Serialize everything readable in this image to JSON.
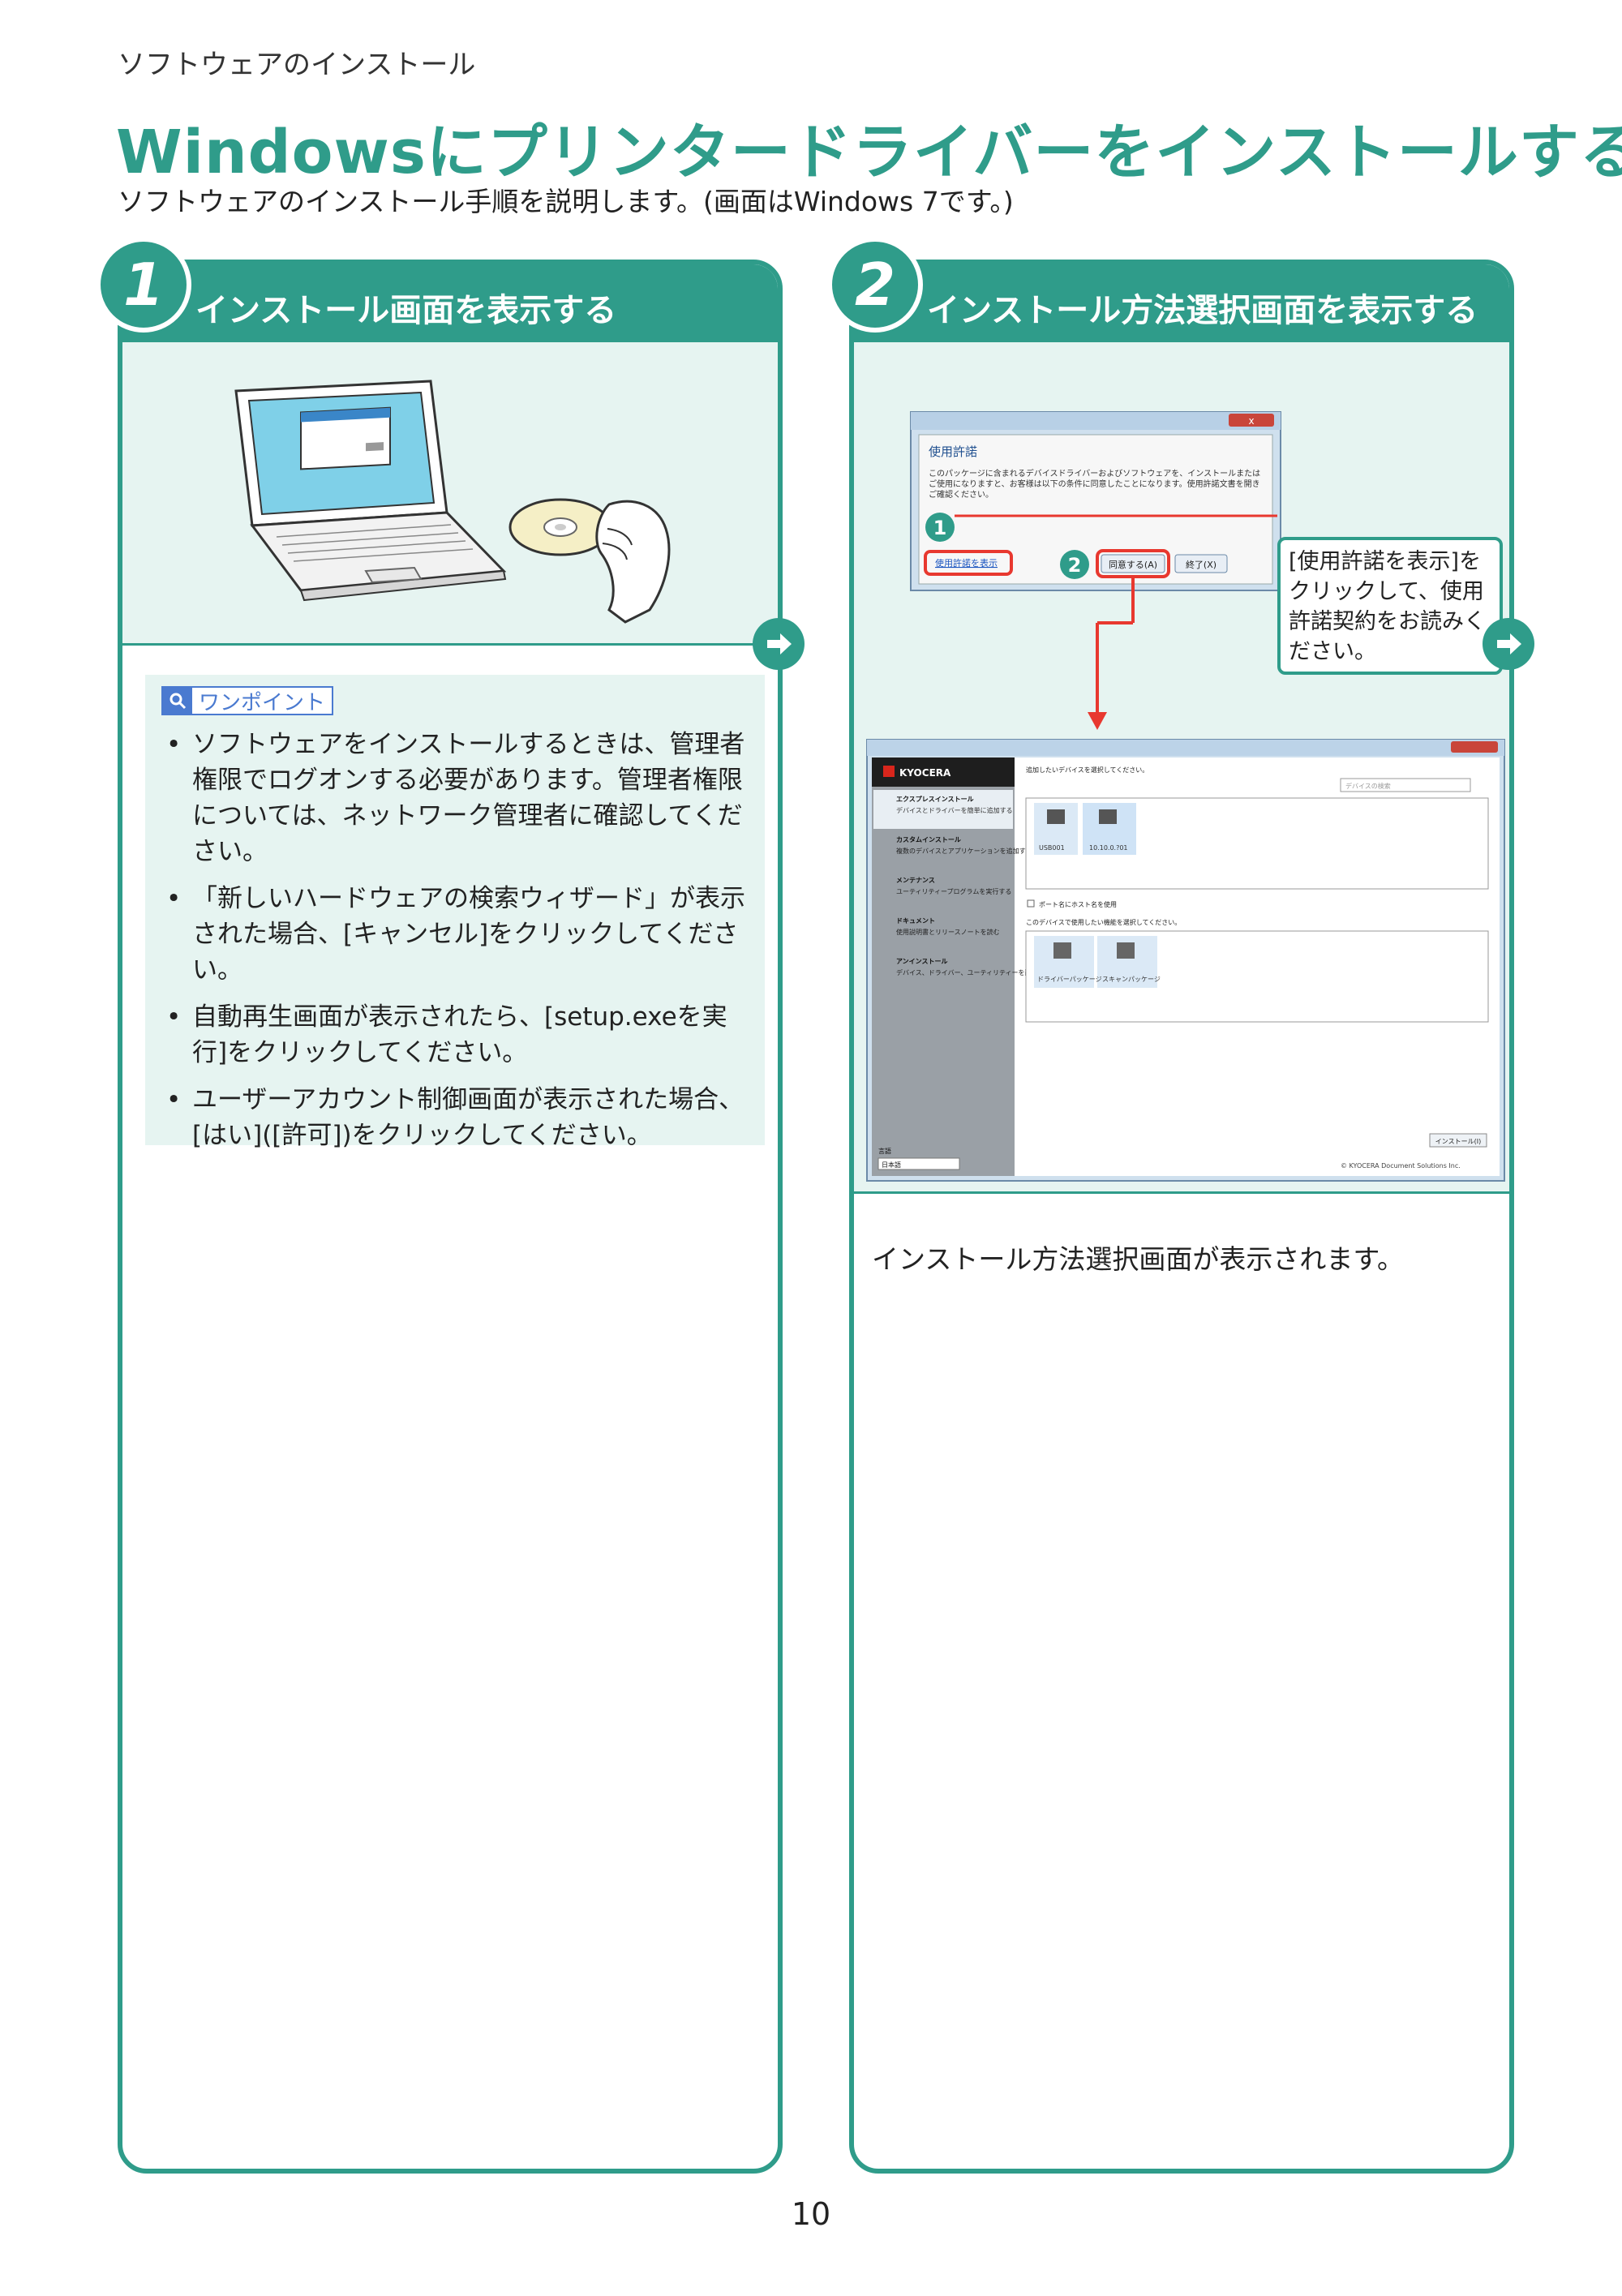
{
  "header": {
    "breadcrumb": "ソフトウェアのインストール",
    "title": "Windowsにプリンタードライバーをインストールする",
    "subtitle": "ソフトウェアのインストール手順を説明します。(画面はWindows 7です。)"
  },
  "steps": [
    {
      "number": "1",
      "title": "インストール画面を表示する",
      "tip": {
        "label": "ワンポイント",
        "items": [
          "ソフトウェアをインストールするときは、管理者権限でログオンする必要があります。管理者権限については、ネットワーク管理者に確認してください。",
          "「新しいハードウェアの検索ウィザード」が表示された場合、[キャンセル]をクリックしてください。",
          "自動再生画面が表示されたら、[setup.exeを実行]をクリックしてください。",
          "ユーザーアカウント制御画面が表示された場合、[はい]([許可])をクリックしてください。"
        ]
      }
    },
    {
      "number": "2",
      "title": "インストール方法選択画面を表示する",
      "callout": "[使用許諾を表示]をクリックして、使用許諾契約をお読みください。",
      "result": "インストール方法選択画面が表示されます。",
      "dialog": {
        "heading": "使用許諾",
        "body": "このパッケージに含まれるデバイスドライバーおよびソフトウェアを、インストールまたはご使用になりますと、お客様は以下の条件に同意したことになります。使用許諾文書を開きご確認ください。",
        "link": "使用許諾を表示",
        "agree_button": "同意する(A)",
        "exit_button": "終了(X)",
        "marker_1": "1",
        "marker_2": "2"
      },
      "installer": {
        "brand": "KYOCERA",
        "menu": [
          {
            "title": "エクスプレスインストール",
            "desc": "デバイスとドライバーを簡単に追加する"
          },
          {
            "title": "カスタムインストール",
            "desc": "複数のデバイスとアプリケーションを追加する"
          },
          {
            "title": "メンテナンス",
            "desc": "ユーティリティープログラムを実行する"
          },
          {
            "title": "ドキュメント",
            "desc": "使用説明書とリリースノートを読む"
          },
          {
            "title": "アンインストール",
            "desc": "デバイス、ドライバー、ユーティリティーを削除する"
          }
        ],
        "select_device_label": "追加したいデバイスを選択してください。",
        "search_placeholder": "デバイスの検索",
        "devices": [
          "USB001",
          "10.10.0.?01"
        ],
        "port_option": "ポート名にホスト名を使用",
        "section_label": "このデバイスで使用したい機能を選択してください。",
        "packages": [
          "ドライバーパッケージ",
          "スキャンパッケージ"
        ],
        "install_button": "インストール(I)",
        "language_label": "言語",
        "language_value": "日本語",
        "copyright": "© KYOCERA Document Solutions Inc."
      }
    }
  ],
  "footer": {
    "page_number": "10"
  },
  "colors": {
    "accent": "#2f9c8a",
    "accent_light": "#e6f4f1",
    "highlight": "#e8382f",
    "tip_blue": "#4a7ad0"
  }
}
